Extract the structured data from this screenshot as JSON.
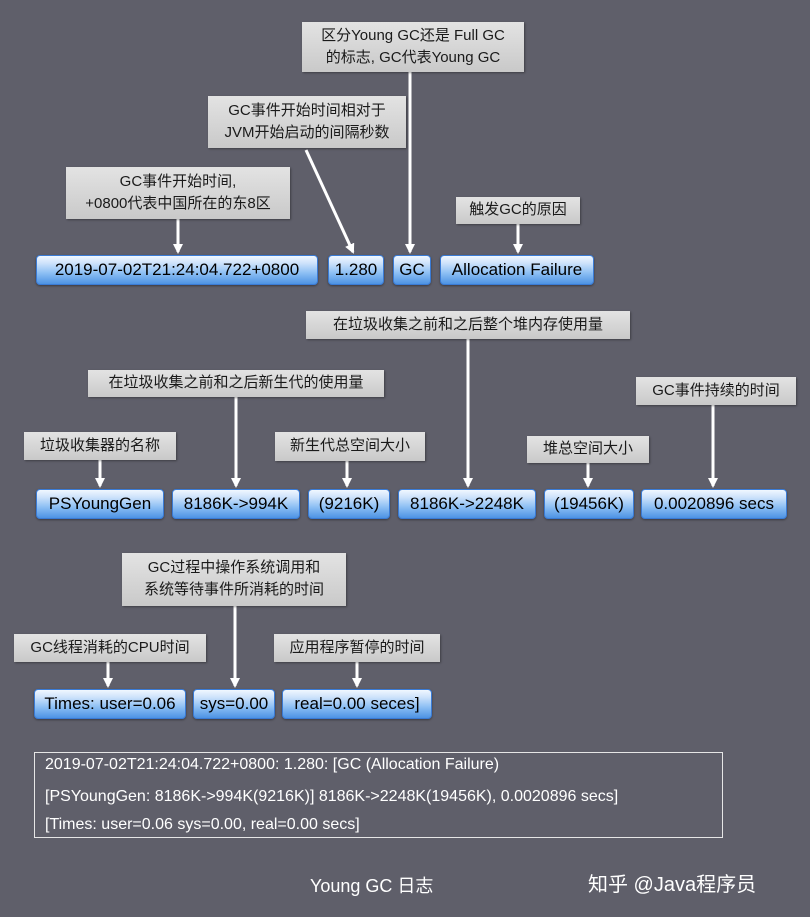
{
  "notes": {
    "gc_type": [
      "区分Young GC还是 Full GC",
      "的标志, GC代表Young GC"
    ],
    "relative_time": [
      "GC事件开始时间相对于",
      "JVM开始启动的间隔秒数"
    ],
    "start_time": [
      "GC事件开始时间,",
      "+0800代表中国所在的东8区"
    ],
    "cause": "触发GC的原因",
    "heap_before_after": "在垃圾收集之前和之后整个堆内存使用量",
    "young_before_after": "在垃圾收集之前和之后新生代的使用量",
    "duration": "GC事件持续的时间",
    "collector_name": "垃圾收集器的名称",
    "young_total": "新生代总空间大小",
    "heap_total": "堆总空间大小",
    "sys_time": [
      "GC过程中操作系统调用和",
      "系统等待事件所消耗的时间"
    ],
    "user_time": "GC线程消耗的CPU时间",
    "real_time": "应用程序暂停的时间"
  },
  "pills": {
    "timestamp": "2019-07-02T21:24:04.722+0800",
    "uptime": "1.280",
    "gc": "GC",
    "cause": "Allocation Failure",
    "collector": "PSYoungGen",
    "young_usage": "8186K->994K",
    "young_total": "(9216K)",
    "heap_usage": "8186K->2248K",
    "heap_total": "(19456K)",
    "duration": "0.0020896 secs",
    "user": "Times: user=0.06",
    "sys": "sys=0.00",
    "real": "real=0.00 seces]"
  },
  "log_lines": [
    "2019-07-02T21:24:04.722+0800:  1.280: [GC (Allocation Failure)",
    " [PSYoungGen:  8186K->994K(9216K)]  8186K->2248K(19456K), 0.0020896  secs]",
    "[Times: user=0.06 sys=0.00, real=0.00 secs]"
  ],
  "caption": "Young  GC 日志",
  "watermark": "知乎 @Java程序员",
  "colors": {
    "background": "#5f5f6a",
    "pill_blue": "#8ec0f4",
    "note_gray": "#d4d4d4",
    "arrow": "#ffffff"
  }
}
